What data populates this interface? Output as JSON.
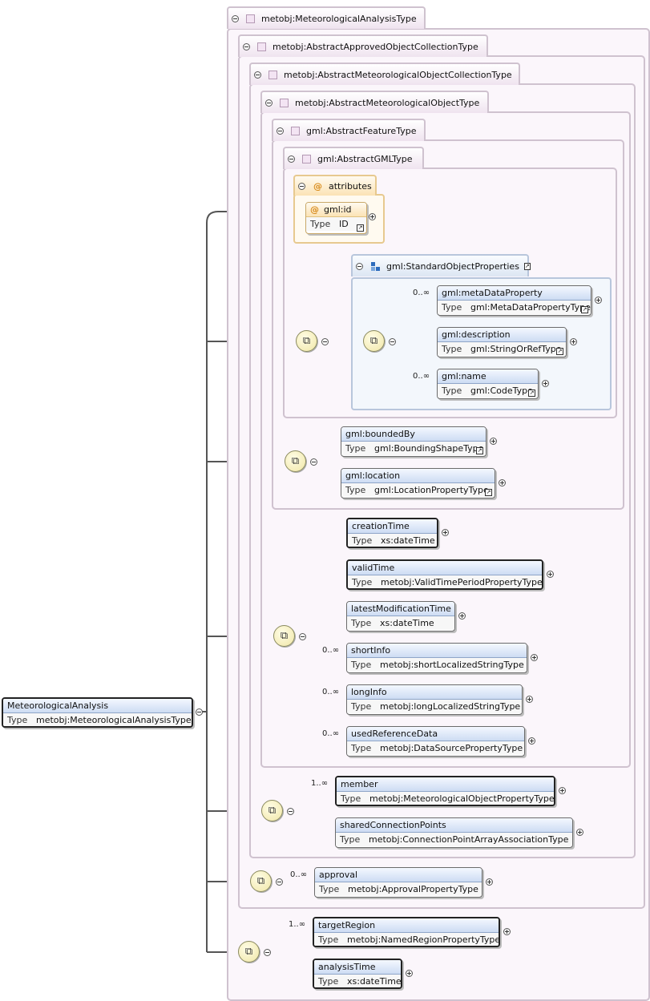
{
  "root": {
    "name": "MeteorologicalAnalysis",
    "type_label": "Type",
    "type": "metobj:MeteorologicalAnalysisType"
  },
  "types": {
    "t1": "metobj:MeteorologicalAnalysisType",
    "t2": "metobj:AbstractApprovedObjectCollectionType",
    "t3": "metobj:AbstractMeteorologicalObjectCollectionType",
    "t4": "metobj:AbstractMeteorologicalObjectType",
    "t5": "gml:AbstractFeatureType",
    "t6": "gml:AbstractGMLType"
  },
  "attributes": {
    "label": "attributes",
    "at_symbol": "@",
    "id_name": "gml:id",
    "id_type_label": "Type",
    "id_type": "ID"
  },
  "group": {
    "name": "gml:StandardObjectProperties"
  },
  "elements": {
    "metaDataProperty": {
      "name": "gml:metaDataProperty",
      "type": "gml:MetaDataPropertyType",
      "card": "0..∞"
    },
    "description": {
      "name": "gml:description",
      "type": "gml:StringOrRefType"
    },
    "gmlname": {
      "name": "gml:name",
      "type": "gml:CodeType",
      "card": "0..∞"
    },
    "boundedBy": {
      "name": "gml:boundedBy",
      "type": "gml:BoundingShapeType"
    },
    "location": {
      "name": "gml:location",
      "type": "gml:LocationPropertyType"
    },
    "creationTime": {
      "name": "creationTime",
      "type": "xs:dateTime"
    },
    "validTime": {
      "name": "validTime",
      "type": "metobj:ValidTimePeriodPropertyType"
    },
    "latestModificationTime": {
      "name": "latestModificationTime",
      "type": "xs:dateTime"
    },
    "shortInfo": {
      "name": "shortInfo",
      "type": "metobj:shortLocalizedStringType",
      "card": "0..∞"
    },
    "longInfo": {
      "name": "longInfo",
      "type": "metobj:longLocalizedStringType",
      "card": "0..∞"
    },
    "usedReferenceData": {
      "name": "usedReferenceData",
      "type": "metobj:DataSourcePropertyType",
      "card": "0..∞"
    },
    "member": {
      "name": "member",
      "type": "metobj:MeteorologicalObjectPropertyType",
      "card": "1..∞"
    },
    "sharedConnectionPoints": {
      "name": "sharedConnectionPoints",
      "type": "metobj:ConnectionPointArrayAssociationType"
    },
    "approval": {
      "name": "approval",
      "type": "metobj:ApprovalPropertyType",
      "card": "0..∞"
    },
    "targetRegion": {
      "name": "targetRegion",
      "type": "metobj:NamedRegionPropertyType",
      "card": "1..∞"
    },
    "analysisTime": {
      "name": "analysisTime",
      "type": "xs:dateTime"
    }
  },
  "type_label": "Type",
  "icons": {
    "expand": "plus-circle-icon",
    "collapse": "minus-circle-icon",
    "sequence": "sequence-compositor-icon",
    "link": "type-link-icon"
  }
}
